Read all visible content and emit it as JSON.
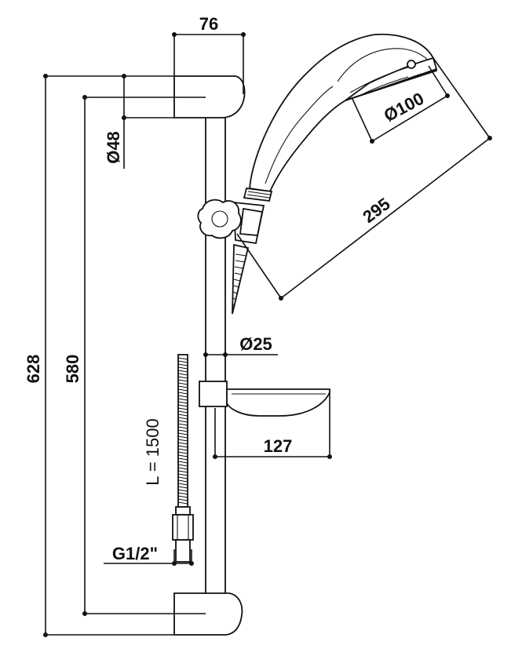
{
  "dimensions": {
    "width_top": "76",
    "diameter_head": "Ø100",
    "diameter_bracket": "Ø48",
    "handshower_length": "295",
    "bar_diameter": "Ø25",
    "soap_dish_depth": "127",
    "overall_height": "628",
    "bar_center_distance": "580",
    "hose_length": "L = 1500",
    "hose_thread": "G1/2\""
  }
}
